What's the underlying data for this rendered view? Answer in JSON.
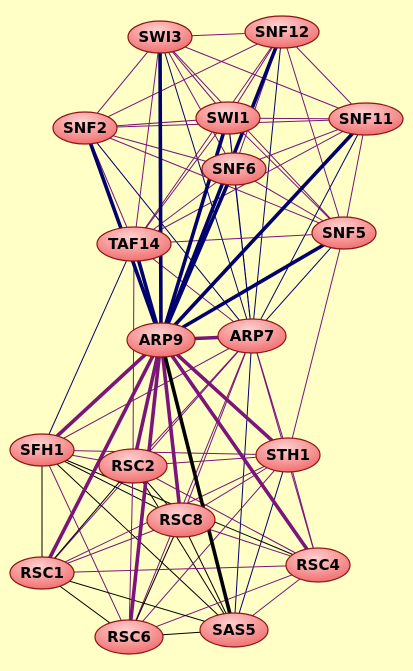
{
  "colors": {
    "background": "#ffffc6",
    "node_fill_light": "#ffd0d0",
    "node_fill_dark": "#f06a6a",
    "node_stroke": "#8a1515",
    "edge_colors": {
      "purple": "#7a157a",
      "navy": "#00006e",
      "black": "#000000"
    }
  },
  "nodes": [
    {
      "id": "SWI3",
      "label": "SWI3"
    },
    {
      "id": "SNF12",
      "label": "SNF12"
    },
    {
      "id": "SNF2",
      "label": "SNF2"
    },
    {
      "id": "SWI1",
      "label": "SWI1"
    },
    {
      "id": "SNF11",
      "label": "SNF11"
    },
    {
      "id": "SNF6",
      "label": "SNF6"
    },
    {
      "id": "TAF14",
      "label": "TAF14"
    },
    {
      "id": "SNF5",
      "label": "SNF5"
    },
    {
      "id": "ARP9",
      "label": "ARP9"
    },
    {
      "id": "ARP7",
      "label": "ARP7"
    },
    {
      "id": "SFH1",
      "label": "SFH1"
    },
    {
      "id": "RSC2",
      "label": "RSC2"
    },
    {
      "id": "STH1",
      "label": "STH1"
    },
    {
      "id": "RSC8",
      "label": "RSC8"
    },
    {
      "id": "RSC4",
      "label": "RSC4"
    },
    {
      "id": "RSC1",
      "label": "RSC1"
    },
    {
      "id": "SAS5",
      "label": "SAS5"
    },
    {
      "id": "RSC6",
      "label": "RSC6"
    }
  ],
  "edges": [
    {
      "source": "ARP9",
      "target": "SWI3",
      "color": "navy",
      "weight": "thick"
    },
    {
      "source": "ARP9",
      "target": "SNF12",
      "color": "navy",
      "weight": "thick"
    },
    {
      "source": "ARP9",
      "target": "SNF2",
      "color": "navy",
      "weight": "thick"
    },
    {
      "source": "ARP9",
      "target": "SWI1",
      "color": "navy",
      "weight": "thick"
    },
    {
      "source": "ARP9",
      "target": "SNF11",
      "color": "navy",
      "weight": "thick"
    },
    {
      "source": "ARP9",
      "target": "SNF6",
      "color": "navy",
      "weight": "thick"
    },
    {
      "source": "ARP9",
      "target": "SNF5",
      "color": "navy",
      "weight": "thick"
    },
    {
      "source": "ARP9",
      "target": "TAF14",
      "color": "navy",
      "weight": "thick"
    },
    {
      "source": "ARP9",
      "target": "ARP7",
      "color": "purple",
      "weight": "thick"
    },
    {
      "source": "ARP9",
      "target": "SFH1",
      "color": "purple",
      "weight": "thick"
    },
    {
      "source": "ARP9",
      "target": "RSC2",
      "color": "purple",
      "weight": "thick"
    },
    {
      "source": "ARP9",
      "target": "STH1",
      "color": "purple",
      "weight": "thick"
    },
    {
      "source": "ARP9",
      "target": "RSC8",
      "color": "purple",
      "weight": "thick"
    },
    {
      "source": "ARP9",
      "target": "RSC4",
      "color": "purple",
      "weight": "thick"
    },
    {
      "source": "ARP9",
      "target": "RSC1",
      "color": "purple",
      "weight": "thick"
    },
    {
      "source": "ARP9",
      "target": "RSC6",
      "color": "purple",
      "weight": "thick"
    },
    {
      "source": "ARP9",
      "target": "SAS5",
      "color": "black",
      "weight": "thick"
    },
    {
      "source": "SWI3",
      "target": "SNF12",
      "color": "purple",
      "weight": "thin"
    },
    {
      "source": "SWI3",
      "target": "SNF2",
      "color": "purple",
      "weight": "thin"
    },
    {
      "source": "SWI3",
      "target": "SWI1",
      "color": "purple",
      "weight": "thin"
    },
    {
      "source": "SWI3",
      "target": "SNF11",
      "color": "purple",
      "weight": "thin"
    },
    {
      "source": "SWI3",
      "target": "SNF6",
      "color": "purple",
      "weight": "thin"
    },
    {
      "source": "SWI3",
      "target": "SNF5",
      "color": "purple",
      "weight": "thin"
    },
    {
      "source": "SWI3",
      "target": "TAF14",
      "color": "purple",
      "weight": "thin"
    },
    {
      "source": "SWI3",
      "target": "ARP7",
      "color": "navy",
      "weight": "thin"
    },
    {
      "source": "SNF12",
      "target": "SNF2",
      "color": "purple",
      "weight": "thin"
    },
    {
      "source": "SNF12",
      "target": "SWI1",
      "color": "purple",
      "weight": "thin"
    },
    {
      "source": "SNF12",
      "target": "SNF11",
      "color": "purple",
      "weight": "thin"
    },
    {
      "source": "SNF12",
      "target": "SNF6",
      "color": "purple",
      "weight": "thin"
    },
    {
      "source": "SNF12",
      "target": "SNF5",
      "color": "purple",
      "weight": "thin"
    },
    {
      "source": "SNF12",
      "target": "TAF14",
      "color": "purple",
      "weight": "thin"
    },
    {
      "source": "SNF12",
      "target": "ARP7",
      "color": "navy",
      "weight": "thin"
    },
    {
      "source": "SNF2",
      "target": "SWI1",
      "color": "purple",
      "weight": "thin"
    },
    {
      "source": "SNF2",
      "target": "SNF11",
      "color": "purple",
      "weight": "thin"
    },
    {
      "source": "SNF2",
      "target": "SNF6",
      "color": "purple",
      "weight": "thin"
    },
    {
      "source": "SNF2",
      "target": "SNF5",
      "color": "purple",
      "weight": "thin"
    },
    {
      "source": "SNF2",
      "target": "TAF14",
      "color": "purple",
      "weight": "thin"
    },
    {
      "source": "SNF2",
      "target": "ARP7",
      "color": "navy",
      "weight": "thin"
    },
    {
      "source": "SWI1",
      "target": "SNF11",
      "color": "purple",
      "weight": "thin"
    },
    {
      "source": "SWI1",
      "target": "SNF6",
      "color": "purple",
      "weight": "thin"
    },
    {
      "source": "SWI1",
      "target": "SNF5",
      "color": "purple",
      "weight": "thin"
    },
    {
      "source": "SWI1",
      "target": "TAF14",
      "color": "purple",
      "weight": "thin"
    },
    {
      "source": "SWI1",
      "target": "ARP7",
      "color": "navy",
      "weight": "thin"
    },
    {
      "source": "SNF11",
      "target": "SNF6",
      "color": "purple",
      "weight": "thin"
    },
    {
      "source": "SNF11",
      "target": "SNF5",
      "color": "purple",
      "weight": "thin"
    },
    {
      "source": "SNF11",
      "target": "TAF14",
      "color": "purple",
      "weight": "thin"
    },
    {
      "source": "SNF11",
      "target": "ARP7",
      "color": "navy",
      "weight": "thin"
    },
    {
      "source": "SNF6",
      "target": "SNF5",
      "color": "purple",
      "weight": "thin"
    },
    {
      "source": "SNF6",
      "target": "TAF14",
      "color": "purple",
      "weight": "thin"
    },
    {
      "source": "SNF6",
      "target": "ARP7",
      "color": "navy",
      "weight": "thin"
    },
    {
      "source": "SNF5",
      "target": "TAF14",
      "color": "purple",
      "weight": "thin"
    },
    {
      "source": "SNF5",
      "target": "ARP7",
      "color": "navy",
      "weight": "thin"
    },
    {
      "source": "SNF5",
      "target": "STH1",
      "color": "purple",
      "weight": "thin"
    },
    {
      "source": "TAF14",
      "target": "ARP7",
      "color": "purple",
      "weight": "thin"
    },
    {
      "source": "TAF14",
      "target": "SFH1",
      "color": "navy",
      "weight": "thin"
    },
    {
      "source": "TAF14",
      "target": "RSC2",
      "color": "purple",
      "weight": "thin"
    },
    {
      "source": "ARP7",
      "target": "STH1",
      "color": "purple",
      "weight": "thin"
    },
    {
      "source": "ARP7",
      "target": "RSC8",
      "color": "purple",
      "weight": "thin"
    },
    {
      "source": "ARP7",
      "target": "RSC4",
      "color": "purple",
      "weight": "thin"
    },
    {
      "source": "ARP7",
      "target": "SAS5",
      "color": "navy",
      "weight": "thin"
    },
    {
      "source": "ARP7",
      "target": "RSC2",
      "color": "purple",
      "weight": "thin"
    },
    {
      "source": "ARP7",
      "target": "RSC1",
      "color": "purple",
      "weight": "thin"
    },
    {
      "source": "ARP7",
      "target": "RSC6",
      "color": "purple",
      "weight": "thin"
    },
    {
      "source": "ARP7",
      "target": "SFH1",
      "color": "purple",
      "weight": "thin"
    },
    {
      "source": "SFH1",
      "target": "RSC2",
      "color": "purple",
      "weight": "thin"
    },
    {
      "source": "SFH1",
      "target": "STH1",
      "color": "purple",
      "weight": "thin"
    },
    {
      "source": "SFH1",
      "target": "RSC8",
      "color": "black",
      "weight": "thin"
    },
    {
      "source": "SFH1",
      "target": "RSC4",
      "color": "black",
      "weight": "thin"
    },
    {
      "source": "SFH1",
      "target": "RSC1",
      "color": "black",
      "weight": "thin"
    },
    {
      "source": "SFH1",
      "target": "SAS5",
      "color": "black",
      "weight": "thin"
    },
    {
      "source": "SFH1",
      "target": "RSC6",
      "color": "purple",
      "weight": "thin"
    },
    {
      "source": "RSC2",
      "target": "STH1",
      "color": "purple",
      "weight": "thin"
    },
    {
      "source": "RSC2",
      "target": "RSC8",
      "color": "black",
      "weight": "thin"
    },
    {
      "source": "RSC2",
      "target": "RSC4",
      "color": "purple",
      "weight": "thin"
    },
    {
      "source": "RSC2",
      "target": "RSC1",
      "color": "black",
      "weight": "thin"
    },
    {
      "source": "RSC2",
      "target": "SAS5",
      "color": "black",
      "weight": "thin"
    },
    {
      "source": "RSC2",
      "target": "RSC6",
      "color": "purple",
      "weight": "thin"
    },
    {
      "source": "STH1",
      "target": "RSC8",
      "color": "purple",
      "weight": "thin"
    },
    {
      "source": "STH1",
      "target": "RSC4",
      "color": "purple",
      "weight": "thin"
    },
    {
      "source": "STH1",
      "target": "RSC1",
      "color": "purple",
      "weight": "thin"
    },
    {
      "source": "STH1",
      "target": "SAS5",
      "color": "navy",
      "weight": "thin"
    },
    {
      "source": "STH1",
      "target": "RSC6",
      "color": "purple",
      "weight": "thin"
    },
    {
      "source": "RSC8",
      "target": "RSC4",
      "color": "purple",
      "weight": "thin"
    },
    {
      "source": "RSC8",
      "target": "RSC1",
      "color": "purple",
      "weight": "thin"
    },
    {
      "source": "RSC8",
      "target": "SAS5",
      "color": "black",
      "weight": "thin"
    },
    {
      "source": "RSC8",
      "target": "RSC6",
      "color": "black",
      "weight": "thin"
    },
    {
      "source": "RSC4",
      "target": "RSC1",
      "color": "purple",
      "weight": "thin"
    },
    {
      "source": "RSC4",
      "target": "SAS5",
      "color": "purple",
      "weight": "thin"
    },
    {
      "source": "RSC4",
      "target": "RSC6",
      "color": "purple",
      "weight": "thin"
    },
    {
      "source": "RSC1",
      "target": "SAS5",
      "color": "black",
      "weight": "thin"
    },
    {
      "source": "RSC1",
      "target": "RSC6",
      "color": "black",
      "weight": "thin"
    },
    {
      "source": "RSC6",
      "target": "SAS5",
      "color": "black",
      "weight": "thin"
    }
  ]
}
